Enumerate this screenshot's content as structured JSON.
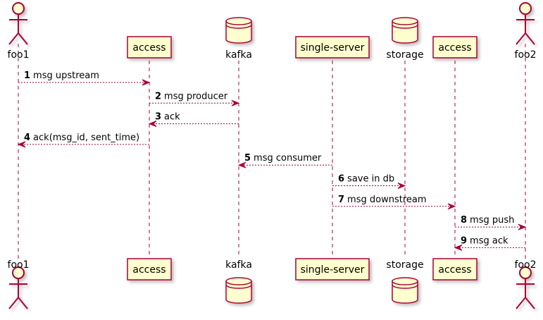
{
  "diagram": {
    "type": "sequence",
    "colors": {
      "fill": "#FEFECE",
      "border": "#A80036",
      "shadow": "#d7d7d7",
      "background": "#FFFFFF",
      "text": "#000000"
    },
    "participants": [
      {
        "id": "p0",
        "name": "foo1",
        "kind": "actor"
      },
      {
        "id": "p1",
        "name": "access",
        "kind": "box"
      },
      {
        "id": "p2",
        "name": "kafka",
        "kind": "database"
      },
      {
        "id": "p3",
        "name": "single-server",
        "kind": "box"
      },
      {
        "id": "p4",
        "name": "storage",
        "kind": "database"
      },
      {
        "id": "p5",
        "name": "access",
        "kind": "box"
      },
      {
        "id": "p6",
        "name": "foo2",
        "kind": "actor"
      }
    ],
    "messages": [
      {
        "num": "1",
        "text": "msg upstream",
        "from": "p0",
        "to": "p1"
      },
      {
        "num": "2",
        "text": "msg producer",
        "from": "p1",
        "to": "p2"
      },
      {
        "num": "3",
        "text": "ack",
        "from": "p2",
        "to": "p1"
      },
      {
        "num": "4",
        "text": "ack(msg_id, sent_time)",
        "from": "p1",
        "to": "p0"
      },
      {
        "num": "5",
        "text": "msg consumer",
        "from": "p3",
        "to": "p2"
      },
      {
        "num": "6",
        "text": "save in db",
        "from": "p3",
        "to": "p4"
      },
      {
        "num": "7",
        "text": "msg downstream",
        "from": "p3",
        "to": "p5"
      },
      {
        "num": "8",
        "text": "msg push",
        "from": "p5",
        "to": "p6"
      },
      {
        "num": "9",
        "text": "msg ack",
        "from": "p6",
        "to": "p5"
      }
    ]
  }
}
